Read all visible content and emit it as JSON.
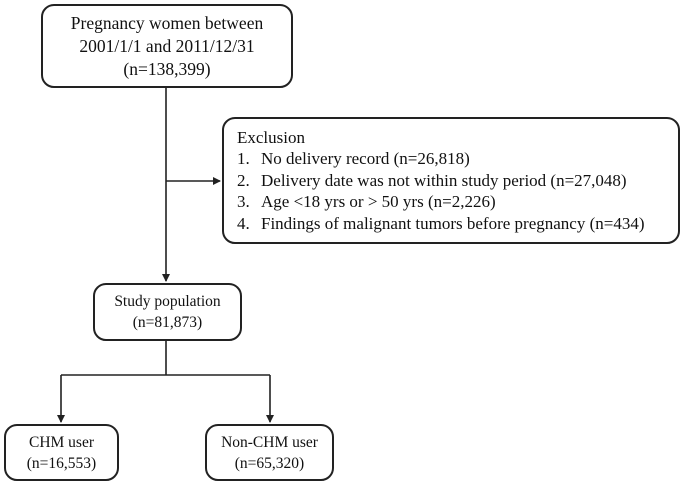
{
  "start": {
    "line1": "Pregnancy women between",
    "line2": "2001/1/1 and 2011/12/31",
    "line3": "(n=138,399)"
  },
  "exclusion": {
    "title": "Exclusion",
    "items": [
      {
        "num": "1.",
        "text": "No delivery record (n=26,818)"
      },
      {
        "num": "2.",
        "text": "Delivery date was not within study period (n=27,048)"
      },
      {
        "num": "3.",
        "text": "Age <18 yrs or > 50 yrs (n=2,226)"
      },
      {
        "num": "4.",
        "text": "Findings of malignant tumors before pregnancy (n=434)"
      }
    ]
  },
  "study": {
    "line1": "Study population",
    "line2": "(n=81,873)"
  },
  "chm": {
    "line1": "CHM user",
    "line2": "(n=16,553)"
  },
  "nonchm": {
    "line1": "Non-CHM user",
    "line2": "(n=65,320)"
  }
}
